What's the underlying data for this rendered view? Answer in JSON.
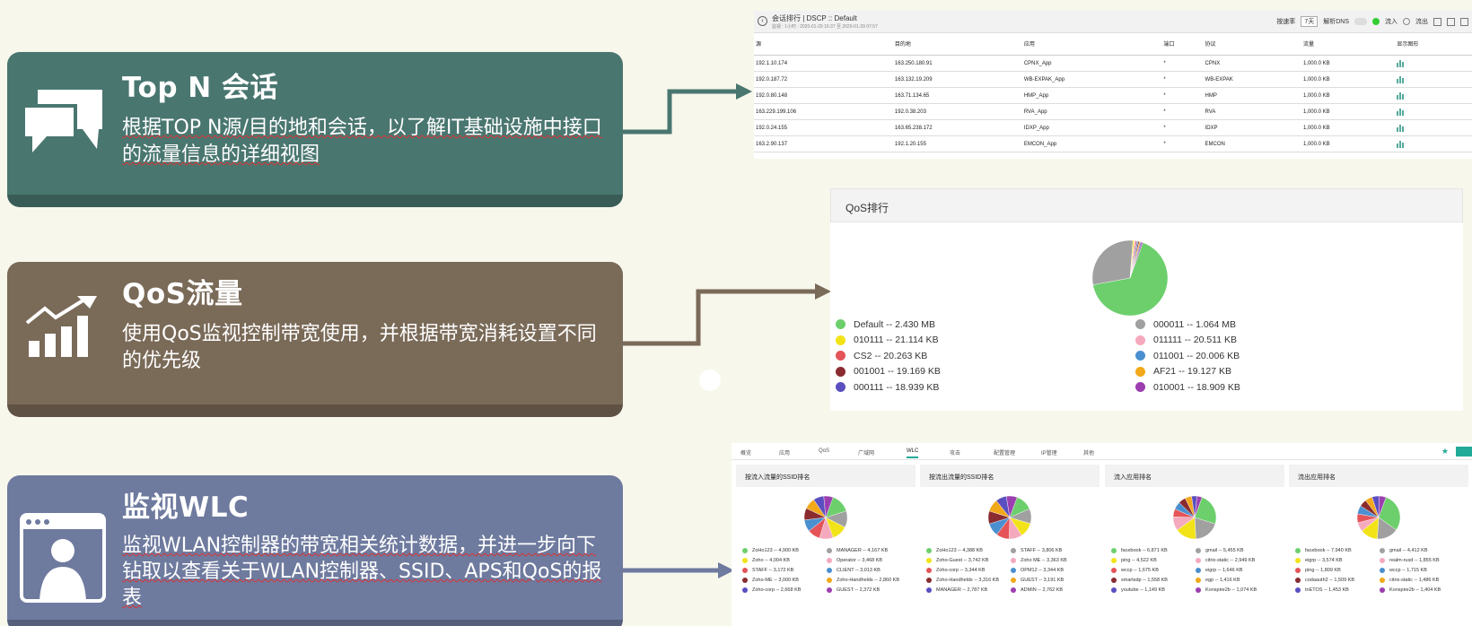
{
  "features": [
    {
      "title": "Top N 会话",
      "desc": "根据TOP N源/目的地和会话，以了解IT基础设施中接口的流量信息的详细视图",
      "icon": "chat-bubbles-icon"
    },
    {
      "title": "QoS流量",
      "desc": "使用QoS监视控制带宽使用，并根据带宽消耗设置不同的优先级",
      "icon": "rising-bar-chart-icon"
    },
    {
      "title": "监视WLC",
      "desc": "监视WLAN控制器的带宽相关统计数据，并进一步向下钻取以查看关于WLAN控制器、SSID、APS和QoS的报表",
      "icon": "user-screen-icon"
    }
  ],
  "topn": {
    "title": "会话排行 | DSCP :: Default",
    "subtitle": "监视 : 1小时 : 2020-01-29 16:37 至 2020-01-29 07:57",
    "controls": {
      "unit": "按速率",
      "select": "7天",
      "dns": "解析DNS",
      "in": "流入",
      "out": "流出"
    },
    "columns": [
      "源",
      "目的地",
      "应用",
      "端口",
      "协议",
      "流量",
      "显示图形"
    ],
    "rows": [
      [
        "192.1.10.174",
        "163.250.180.91",
        "CPNX_App",
        "*",
        "CPNX",
        "1,000.0 KB"
      ],
      [
        "192.0.187.72",
        "163.132.19.209",
        "WB-EXPAK_App",
        "*",
        "WB-EXPAK",
        "1,000.0 KB"
      ],
      [
        "192.0.80.148",
        "163.71.134.65",
        "HMP_App",
        "*",
        "HMP",
        "1,000.0 KB"
      ],
      [
        "163.229.199.106",
        "192.0.38.203",
        "RVA_App",
        "*",
        "RVA",
        "1,000.0 KB"
      ],
      [
        "192.0.24.155",
        "163.65.238.172",
        "IDXP_App",
        "*",
        "IDXP",
        "1,000.0 KB"
      ],
      [
        "163.2.90.137",
        "192.1.20.155",
        "EMCON_App",
        "*",
        "EMCON",
        "1,000.0 KB"
      ]
    ]
  },
  "qos": {
    "title": "QoS排行",
    "legend": [
      {
        "label": "Default -- 2.430 MB",
        "color": "#6ccf6c"
      },
      {
        "label": "000011 -- 1.064 MB",
        "color": "#a0a0a0"
      },
      {
        "label": "010111 -- 21.114 KB",
        "color": "#f2e318"
      },
      {
        "label": "011111 -- 20.511 KB",
        "color": "#f5a9bd"
      },
      {
        "label": "CS2 -- 20.263 KB",
        "color": "#e45458"
      },
      {
        "label": "011001 -- 20.006 KB",
        "color": "#4a90d0"
      },
      {
        "label": "001001 -- 19.169 KB",
        "color": "#8a2b30"
      },
      {
        "label": "AF21 -- 19.127 KB",
        "color": "#f2a81b"
      },
      {
        "label": "000111 -- 18.939 KB",
        "color": "#5a4fc0"
      },
      {
        "label": "010001 -- 18.909 KB",
        "color": "#9b3fb0"
      }
    ],
    "chart_data": {
      "type": "pie",
      "values": [
        2430,
        1064,
        21.114,
        20.511,
        20.263,
        20.006,
        19.169,
        19.127,
        18.939,
        18.909
      ]
    }
  },
  "wlc": {
    "tabs": [
      "概览",
      "应用",
      "QoS",
      "广域网",
      "WLC",
      "攻击",
      "配置管理",
      "IP管理",
      "其他"
    ],
    "active_tab": "WLC",
    "panels": [
      {
        "title": "按流入流量的SSID排名",
        "items": [
          "ZoHo123 -- 4,900 KB",
          "MANAGER -- 4,167 KB",
          "Zoho -- 4,004 KB",
          "Operator -- 3,468 KB",
          "STAFF -- 3,172 KB",
          "CLIENT -- 3,013 KB",
          "Zoho-ME -- 3,000 KB",
          "Zoho-Handhelds -- 2,860 KB",
          "Zoho-corp -- 2,668 KB",
          "GUEST -- 2,372 KB"
        ]
      },
      {
        "title": "按流出流量的SSID排名",
        "items": [
          "ZoHo123 -- 4,388 KB",
          "STAFF -- 3,806 KB",
          "Zoho-Guest -- 3,742 KB",
          "Zoho ME -- 3,363 KB",
          "Zoho-corp -- 3,344 KB",
          "OPM12 -- 3,344 KB",
          "Zoho-Handhelds -- 3,316 KB",
          "GUEST -- 3,191 KB",
          "MANAGER -- 2,787 KB",
          "ADMIN -- 2,762 KB"
        ]
      },
      {
        "title": "流入应用排名",
        "items": [
          "facebook -- 6,871 KB",
          "gmail -- 5,455 KB",
          "ping -- 4,522 KB",
          "citrix-static -- 2,949 KB",
          "wccp -- 1,675 KB",
          "eigrp -- 1,646 KB",
          "smartsdp -- 1,558 KB",
          "egp -- 1,416 KB",
          "youtube -- 1,149 KB",
          "Konspire2b -- 1,074 KB"
        ]
      },
      {
        "title": "流出应用排名",
        "items": [
          "facebook -- 7,940 KB",
          "gmail -- 4,412 KB",
          "eigrp -- 3,574 KB",
          "realm-rusd -- 1,855 KB",
          "ping -- 1,809 KB",
          "wccp -- 1,715 KB",
          "codaauth2 -- 1,509 KB",
          "citrix-static -- 1,486 KB",
          "tnETOS -- 1,453 KB",
          "Konspire2b -- 1,404 KB"
        ]
      }
    ],
    "colors": [
      "#6ccf6c",
      "#a0a0a0",
      "#f2e318",
      "#f5a9bd",
      "#e45458",
      "#4a90d0",
      "#8a2b30",
      "#f2a81b",
      "#5a4fc0",
      "#9b3fb0"
    ]
  }
}
